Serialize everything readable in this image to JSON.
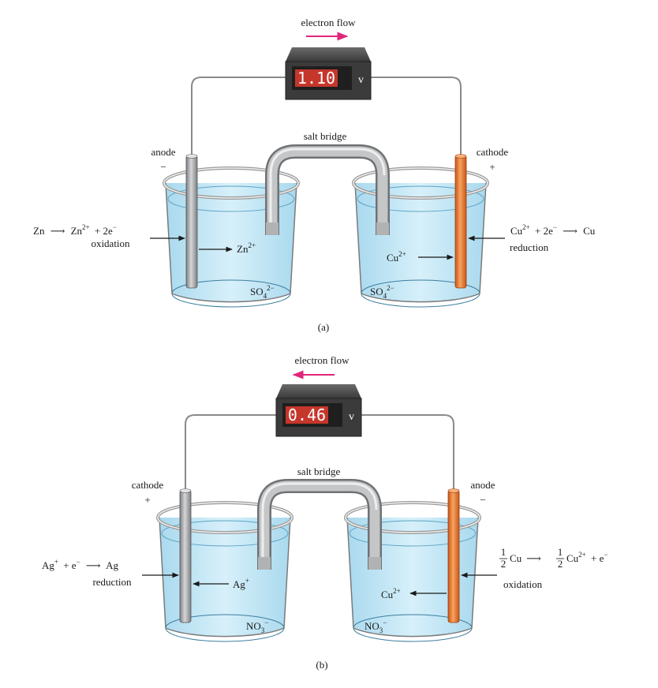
{
  "panel_a": {
    "caption": "(a)",
    "electron_flow_label": "electron flow",
    "electron_flow_direction": "right",
    "meter_reading": "1.10",
    "meter_unit": "v",
    "salt_bridge_label": "salt bridge",
    "left_electrode": {
      "label": "anode",
      "sign": "−",
      "material": "Zn",
      "color": "#a9acaf"
    },
    "right_electrode": {
      "label": "cathode",
      "sign": "+",
      "material": "Cu",
      "color": "#e9772c"
    },
    "left_reaction": {
      "reactant": "Zn",
      "product_base": "Zn",
      "product_charge": "2+",
      "electrons": "+ 2e",
      "electron_charge": "−",
      "type": "oxidation"
    },
    "right_reaction": {
      "reactant_base": "Cu",
      "reactant_charge": "2+",
      "electrons": "+ 2e",
      "electron_charge": "−",
      "product": "Cu",
      "type": "reduction"
    },
    "left_ion": {
      "base": "Zn",
      "charge": "2+"
    },
    "right_ion": {
      "base": "Cu",
      "charge": "2+"
    },
    "left_anion": {
      "base": "SO",
      "sub": "4",
      "charge": "2−"
    },
    "right_anion": {
      "base": "SO",
      "sub": "4",
      "charge": "2−"
    }
  },
  "panel_b": {
    "caption": "(b)",
    "electron_flow_label": "electron flow",
    "electron_flow_direction": "left",
    "meter_reading": "0.46",
    "meter_unit": "v",
    "salt_bridge_label": "salt bridge",
    "left_electrode": {
      "label": "cathode",
      "sign": "+",
      "material": "Ag",
      "color": "#a9acaf"
    },
    "right_electrode": {
      "label": "anode",
      "sign": "−",
      "material": "Cu",
      "color": "#e9772c"
    },
    "left_reaction": {
      "reactant_base": "Ag",
      "reactant_charge": "+",
      "electrons": "+ e",
      "electron_charge": "−",
      "product": "Ag",
      "type": "reduction"
    },
    "right_reaction": {
      "frac_num": "1",
      "frac_den": "2",
      "reactant": "Cu",
      "product_base": "Cu",
      "product_charge": "2+",
      "electrons": "+  e",
      "electron_charge": "−",
      "type": "oxidation"
    },
    "left_ion": {
      "base": "Ag",
      "charge": "+"
    },
    "right_ion": {
      "base": "Cu",
      "charge": "2+"
    },
    "left_anion": {
      "base": "NO",
      "sub": "3",
      "charge": "−"
    },
    "right_anion": {
      "base": "NO",
      "sub": "3",
      "charge": "−"
    }
  },
  "colors": {
    "arrow_magenta": "#e0257a",
    "solution": "#bfe3f2",
    "beaker_rim": "#9a9a9a",
    "meter_body": "#3b3b3b",
    "meter_display": "#c5362b",
    "wire": "#8a8a8a"
  }
}
